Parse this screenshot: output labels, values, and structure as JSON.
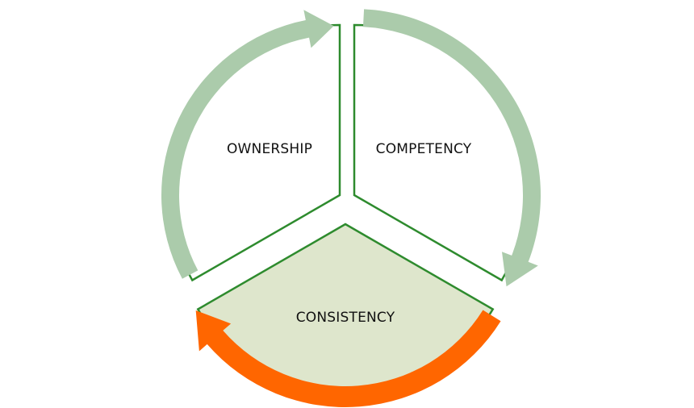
{
  "segments": [
    {
      "label": "OWNERSHIP"
    },
    {
      "label": "COMPETENCY"
    },
    {
      "label": "CONSISTENCY"
    }
  ],
  "colors": {
    "outline": "#2e8b2e",
    "highlight_fill": "#dee6cc",
    "arrow_green": "#abcbab",
    "arrow_orange": "#ff6600"
  }
}
